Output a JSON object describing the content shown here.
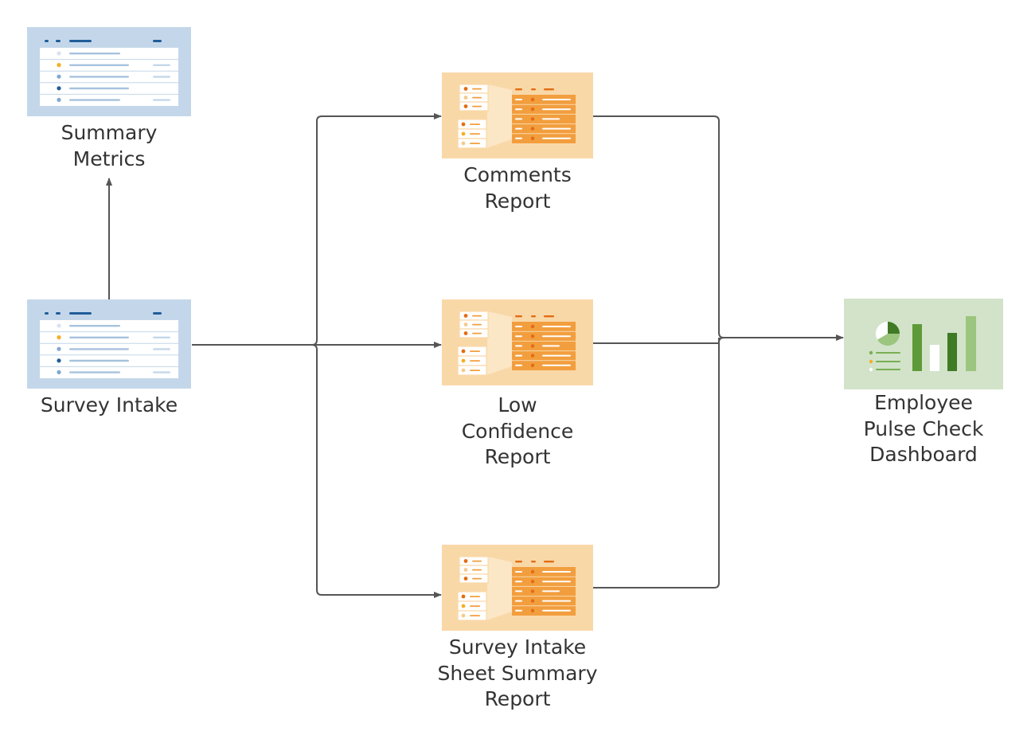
{
  "nodes": {
    "summary_metrics": {
      "label": "Summary\nMetrics",
      "kind": "sheet"
    },
    "survey_intake": {
      "label": "Survey Intake",
      "kind": "sheet"
    },
    "comments_report": {
      "label": "Comments\nReport",
      "kind": "report"
    },
    "low_confidence_report": {
      "label": "Low\nConfidence\nReport",
      "kind": "report"
    },
    "sheet_summary_report": {
      "label": "Survey Intake\nSheet Summary\nReport",
      "kind": "report"
    },
    "dashboard": {
      "label": "Employee\nPulse Check\nDashboard",
      "kind": "dashboard"
    }
  },
  "edges": [
    {
      "from": "survey_intake",
      "to": "summary_metrics"
    },
    {
      "from": "survey_intake",
      "to": "comments_report"
    },
    {
      "from": "survey_intake",
      "to": "low_confidence_report"
    },
    {
      "from": "survey_intake",
      "to": "sheet_summary_report"
    },
    {
      "from": "comments_report",
      "to": "dashboard"
    },
    {
      "from": "low_confidence_report",
      "to": "dashboard"
    },
    {
      "from": "sheet_summary_report",
      "to": "dashboard"
    }
  ],
  "colors": {
    "sheet_bg": "#c4d7ea",
    "sheet_accent": "#1f5d99",
    "report_bg": "#f9d8a8",
    "report_accent": "#f29e3e",
    "report_dark": "#e36c12",
    "dashboard_bg": "#d2e3ca",
    "dashboard_green": "#5f9a39",
    "dashboard_light_green": "#9cc57d",
    "connector": "#555555",
    "text": "#333333"
  },
  "icons": {
    "sheet": "sheet-icon",
    "report": "report-icon",
    "dashboard": "dashboard-icon"
  }
}
